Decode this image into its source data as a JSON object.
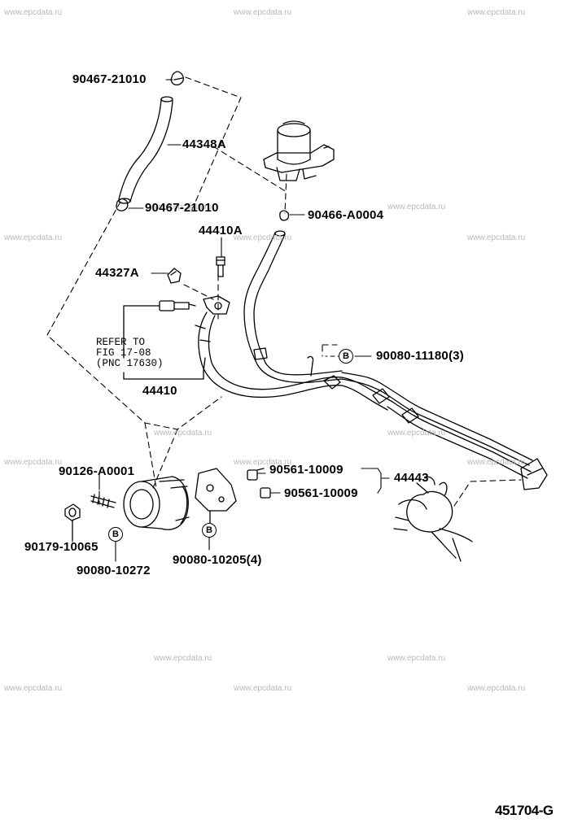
{
  "watermark_text": "www.epcdata.ru",
  "figure_id": "451704-G",
  "badge_letter": "B",
  "parts": {
    "clamp_top": "90467-21010",
    "hose_return": "44348A",
    "clamp_mid": "90467-21010",
    "clip_reservoir": "90466-A0004",
    "union_bolt_a": "44410A",
    "gasket": "44327A",
    "pressure_hose": "44410",
    "bolt_bracket": "90080-11180(3)",
    "stud_pump": "90126-A0001",
    "nut_pump": "90179-10065",
    "bolt_pump": "90080-10272",
    "grommet_1": "90561-10009",
    "grommet_2": "90561-10009",
    "bracket": "44443",
    "bolt_bracket_4": "90080-10205(4)"
  },
  "refer": {
    "line1": "REFER TO",
    "line2": "FIG 17-08",
    "line3": "(PNC 17630)"
  },
  "colors": {
    "line": "#000000",
    "watermark": "#b9b9b9"
  }
}
